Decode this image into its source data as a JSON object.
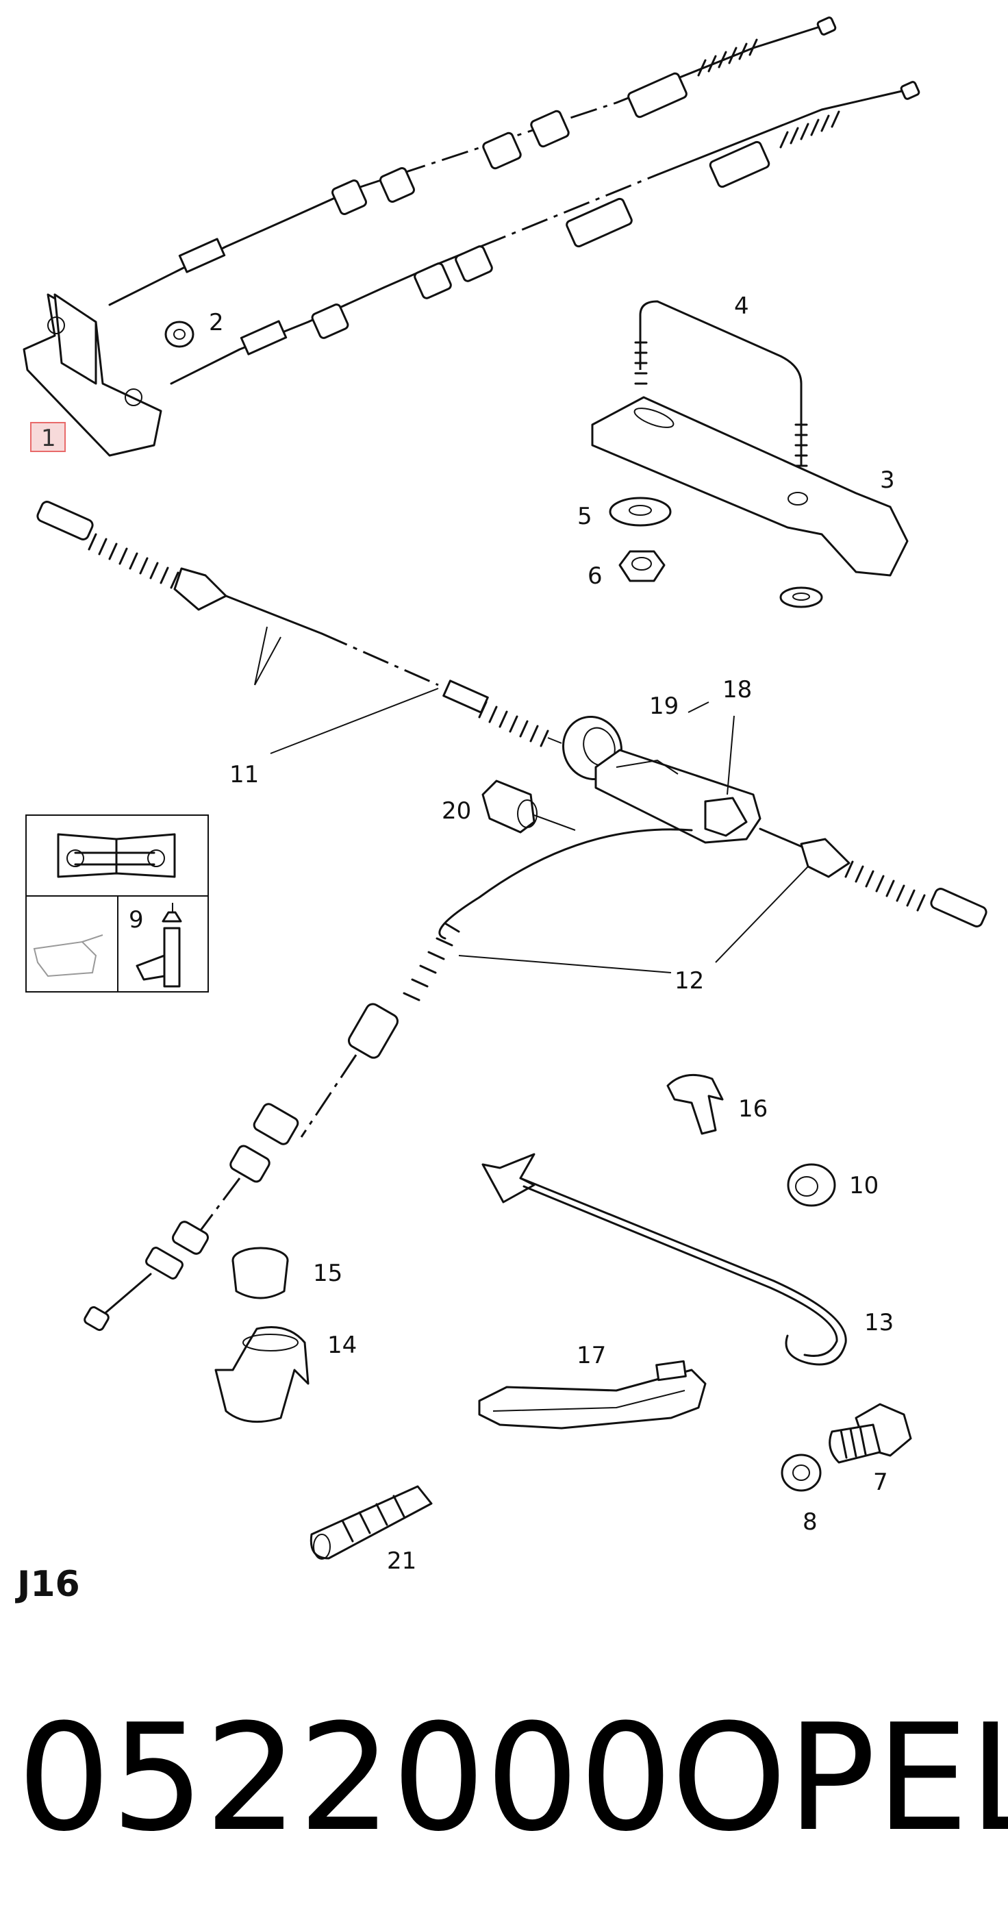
{
  "diagram": {
    "section_code": "J16",
    "part_number": "0522000",
    "brand": "OPEL",
    "highlighted_callout": "1",
    "callouts": [
      "1",
      "2",
      "3",
      "4",
      "5",
      "6",
      "7",
      "8",
      "9",
      "10",
      "11",
      "12",
      "13",
      "14",
      "15",
      "16",
      "17",
      "18",
      "19",
      "20",
      "21"
    ],
    "legend_icons": [
      "manual-wrench-icon",
      "oil-can-icon",
      "grease-tube-icon"
    ],
    "highlight_color": "#e86a6a"
  }
}
